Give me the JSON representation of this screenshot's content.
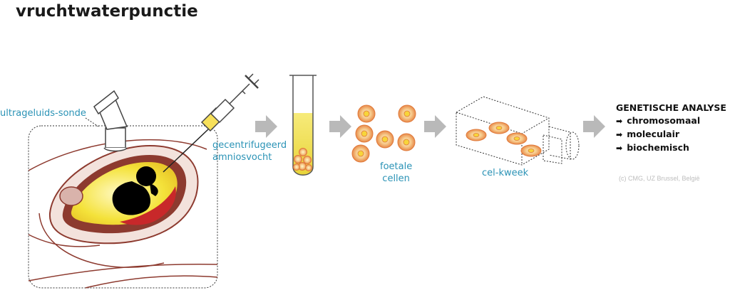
{
  "title": "vruchtwaterpunctie",
  "labels": {
    "probe": "ultrageluids-sonde",
    "fluid_line1": "gecentrifugeerd",
    "fluid_line2": "amniosvocht",
    "cells_line1": "foetale",
    "cells_line2": "cellen",
    "culture": "cel-kweek"
  },
  "analysis": {
    "heading": "GENETISCHE ANALYSE",
    "items": [
      "chromosomaal",
      "moleculair",
      "biochemisch"
    ]
  },
  "credit": "(c) CMG, UZ Brussel, België",
  "colors": {
    "label_blue": "#2b93b6",
    "uterus": "#8d3a2f",
    "fluid_yellow": "#f4e23a",
    "placenta_red": "#c8282a",
    "cell_orange": "#e8894a",
    "arrow_grey": "#b9b9b9"
  }
}
